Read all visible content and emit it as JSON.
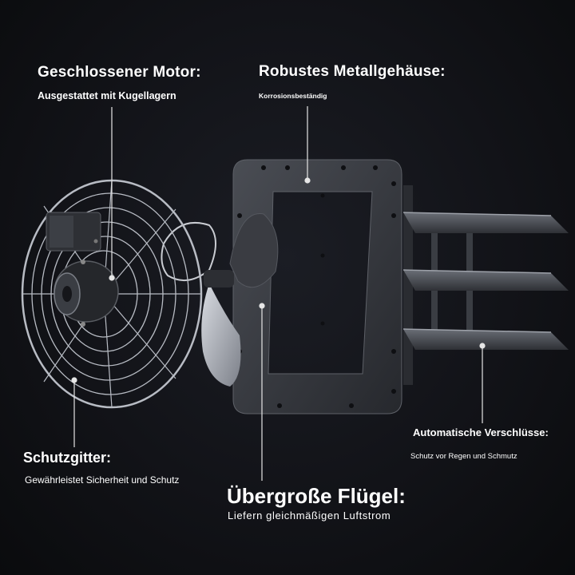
{
  "features": {
    "motor": {
      "title": "Geschlossener Motor:",
      "subtitle": "Ausgestattet mit Kugellagern"
    },
    "housing": {
      "title": "Robustes Metallgehäuse:",
      "subtitle": "Korrosionsbeständig"
    },
    "shutters": {
      "title": "Automatische Verschlüsse:",
      "subtitle": "Schutz vor Regen und Schmutz"
    },
    "guard": {
      "title": "Schutzgitter:",
      "subtitle": "Gewährleistet Sicherheit und Schutz"
    },
    "blades": {
      "title": "Übergroße Flügel:",
      "subtitle": "Liefern gleichmäßigen Luftstrom"
    }
  },
  "colors": {
    "background": "#121318",
    "text": "#ffffff",
    "leader_line": "#e6e6e6",
    "metal_dark": "#2f3136",
    "metal_light": "#b8bcc4"
  }
}
